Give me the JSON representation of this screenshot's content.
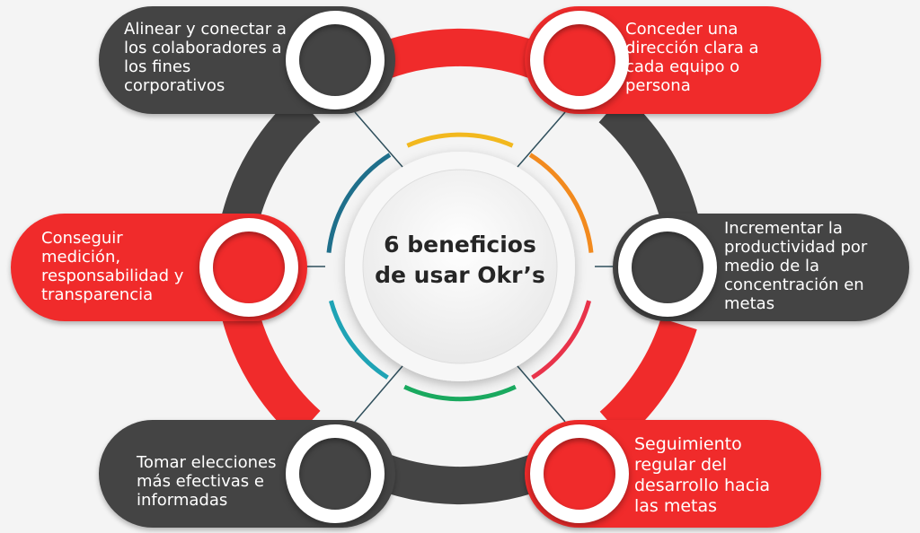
{
  "title": {
    "line1": "6 beneficios",
    "line2": "de usar Okr’s"
  },
  "colors": {
    "red": "#f02b2b",
    "dark": "#444444",
    "center": "#ffffff",
    "arc_yellow": "#f2b81e",
    "arc_orange": "#f28a1e",
    "arc_red": "#e8334a",
    "arc_green": "#1aa95f",
    "arc_teal": "#1fa3b5",
    "arc_blue": "#1f6f8b"
  },
  "benefits": [
    {
      "id": "top-left",
      "color": "dark",
      "lines": [
        "Alinear y conectar a",
        "los colaboradores a",
        "los fines",
        "corporativos"
      ]
    },
    {
      "id": "top-right",
      "color": "red",
      "lines": [
        "Conceder una",
        "dirección clara a",
        "cada equipo o",
        "persona"
      ]
    },
    {
      "id": "middle-left",
      "color": "red",
      "lines": [
        "Conseguir",
        "medición,",
        "responsabilidad y",
        "transparencia"
      ]
    },
    {
      "id": "middle-right",
      "color": "dark",
      "lines": [
        "Incrementar la",
        "productividad por",
        "medio de la",
        "concentración en",
        "metas"
      ]
    },
    {
      "id": "bottom-left",
      "color": "dark",
      "lines": [
        "Tomar elecciones",
        "más efectivas e",
        "informadas"
      ]
    },
    {
      "id": "bottom-right",
      "color": "red",
      "lines": [
        "Seguimiento",
        "regular del",
        "desarrollo hacia",
        "las metas"
      ]
    }
  ]
}
